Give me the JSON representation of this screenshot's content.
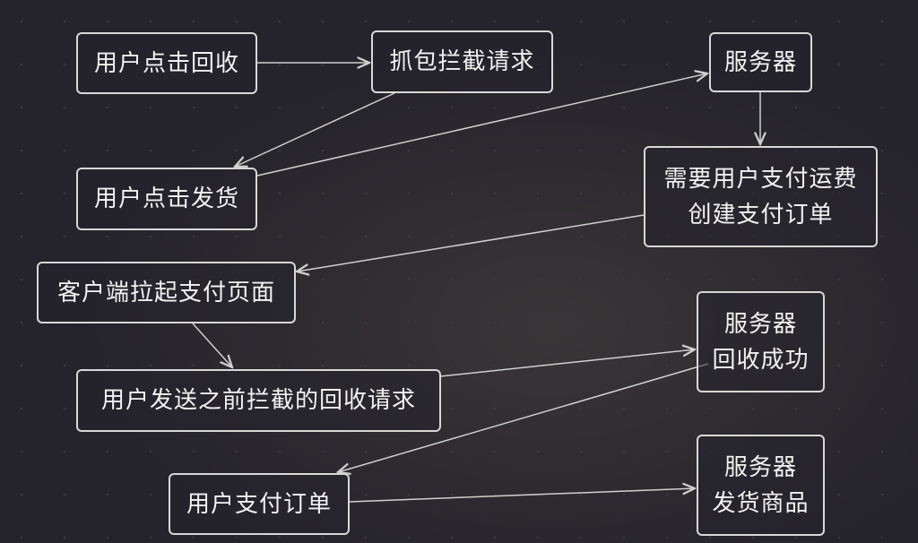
{
  "nodes": {
    "n1": "用户点击回收",
    "n2": "抓包拦截请求",
    "n3": "服务器",
    "n4": "用户点击发货",
    "n5a": "需要用户支付运费",
    "n5b": "创建支付订单",
    "n6": "客户端拉起支付页面",
    "n7a": "服务器",
    "n7b": "回收成功",
    "n8": "用户发送之前拦截的回收请求",
    "n9": "用户支付订单",
    "n10a": "服务器",
    "n10b": "发货商品"
  },
  "colors": {
    "border": "#d8d8d8",
    "arrow": "#d0d0d0",
    "background": "#25232b"
  }
}
